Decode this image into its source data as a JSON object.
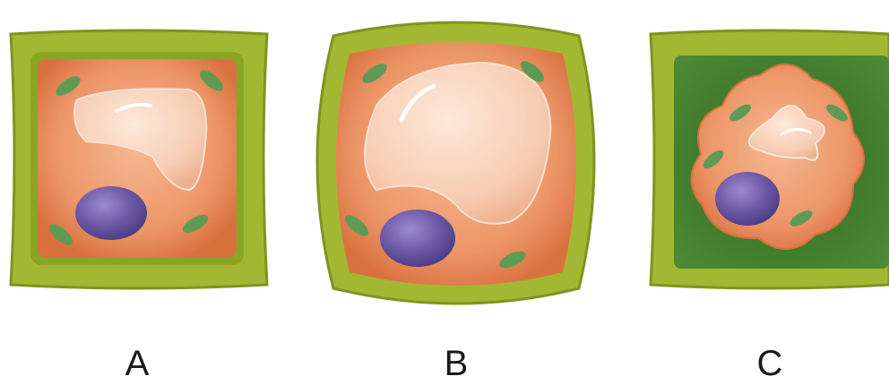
{
  "cells": [
    {
      "label": "A"
    },
    {
      "label": "B"
    },
    {
      "label": "C"
    }
  ],
  "colors": {
    "wall": "#9bb22c",
    "wall_dark": "#6f8a17",
    "cytoplasm": "#e99062",
    "cytoplasm_light": "#f4b48f",
    "vacuole": "#f7d2bb",
    "nucleus": "#6f5da8",
    "chloroplast": "#5f9a55",
    "shrunk_space": "#3e7a2c"
  }
}
